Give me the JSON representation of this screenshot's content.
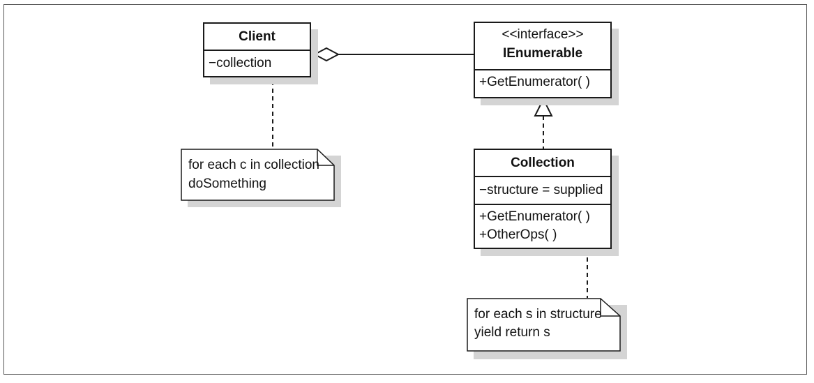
{
  "client": {
    "name": "Client",
    "attribute": "−collection"
  },
  "interface": {
    "stereotype": "<<interface>>",
    "name": "IEnumerable",
    "operation": "+GetEnumerator( )"
  },
  "collection": {
    "name": "Collection",
    "attribute": "−structure = supplied",
    "operations": [
      "+GetEnumerator( )",
      "+OtherOps( )"
    ]
  },
  "note_client": {
    "lines": [
      "for each c in collection",
      "doSomething"
    ]
  },
  "note_collection": {
    "lines": [
      "for each s in structure",
      "yield return s"
    ]
  },
  "colors": {
    "line": "#1a1a1a",
    "shadow": "#d4d4d4",
    "fill": "#ffffff"
  }
}
